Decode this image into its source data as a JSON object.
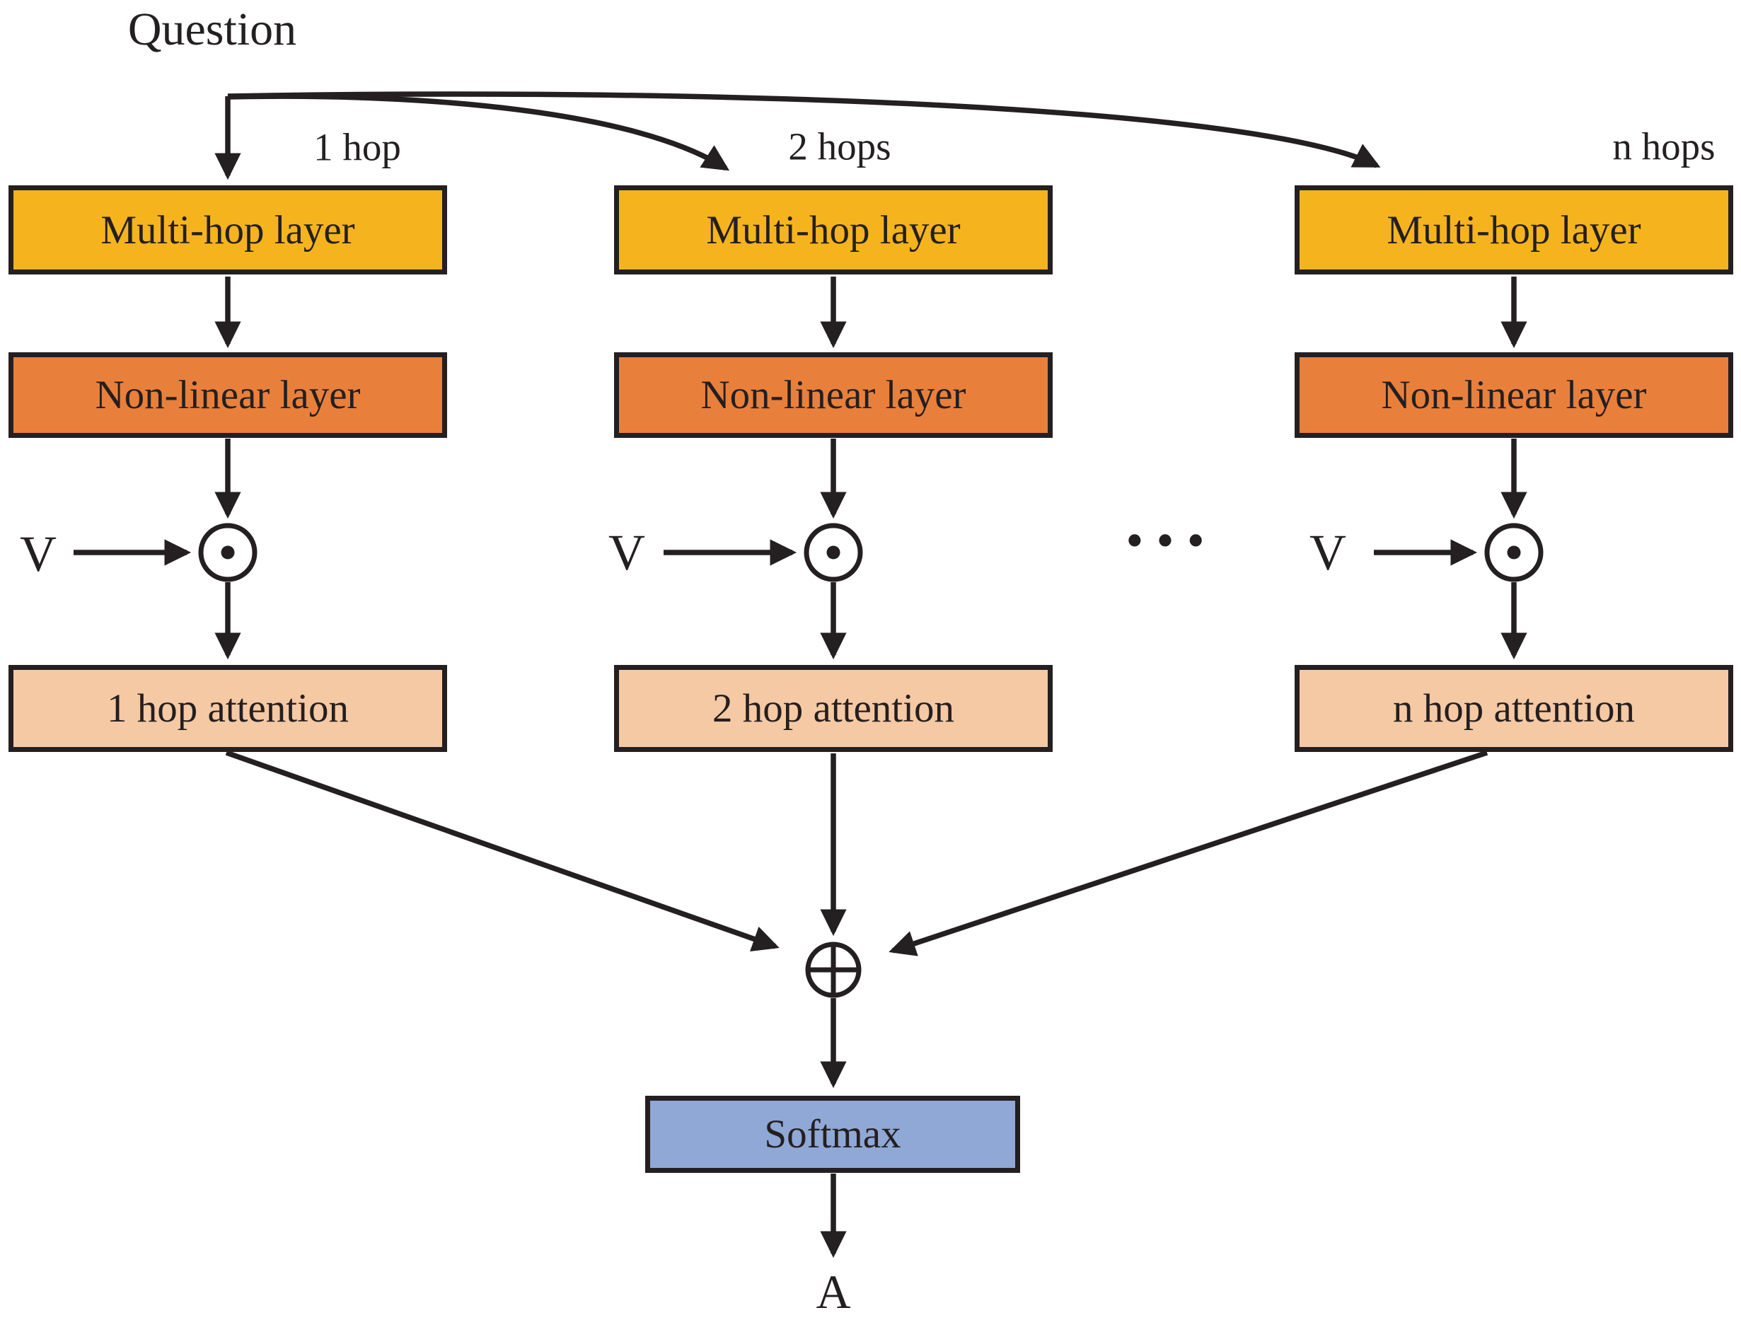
{
  "diagram": {
    "question_label": "Question",
    "columns": [
      {
        "hop_label": "1 hop",
        "multihop_label": "Multi-hop layer",
        "nonlinear_label": "Non-linear layer",
        "value_label": "V",
        "attention_label": "1 hop attention"
      },
      {
        "hop_label": "2 hops",
        "multihop_label": "Multi-hop layer",
        "nonlinear_label": "Non-linear layer",
        "value_label": "V",
        "attention_label": "2 hop attention"
      },
      {
        "hop_label": "n hops",
        "multihop_label": "Multi-hop layer",
        "nonlinear_label": "Non-linear layer",
        "value_label": "V",
        "attention_label": "n hop attention"
      }
    ],
    "ellipsis": "•••",
    "operators": {
      "elementwise_product_icon": "circled-dot",
      "sum_icon": "circled-plus"
    },
    "softmax_label": "Softmax",
    "answer_label": "A",
    "colors": {
      "multihop_fill": "#F5B41D",
      "nonlinear_fill": "#E8803C",
      "attention_fill": "#F5C9A4",
      "softmax_fill": "#8FA8D5",
      "ink": "#241F20"
    }
  }
}
